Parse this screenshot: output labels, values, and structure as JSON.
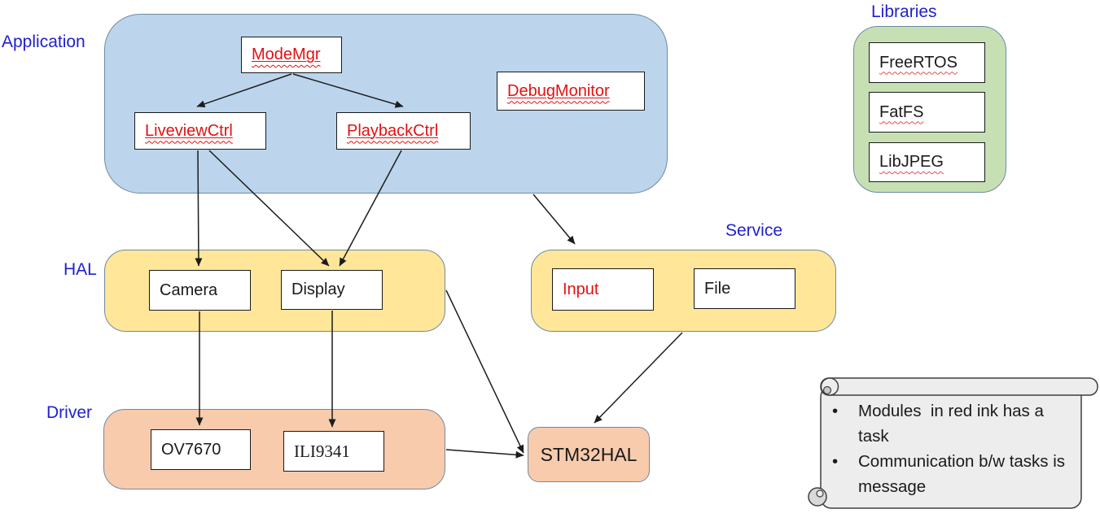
{
  "colors": {
    "layer_label_blue": "#2121cd",
    "task_module_red": "#e31111",
    "application_fill": "#bcd5ec",
    "hal_service_fill": "#ffe699",
    "driver_stm32_fill": "#f8cbad",
    "libraries_fill": "#c6e0b4",
    "container_border": "#6e8ba1",
    "note_fill": "#ededed",
    "arrow_color": "#1c1c1c"
  },
  "layers": {
    "application": {
      "label": "Application",
      "modules": {
        "modemgr": "ModeMgr",
        "debugmonitor": "DebugMonitor",
        "liveviewctrl": "LiveviewCtrl",
        "playbackctrl": "PlaybackCtrl"
      }
    },
    "hal": {
      "label": "HAL",
      "modules": {
        "camera": "Camera",
        "display": "Display"
      }
    },
    "service": {
      "label": "Service",
      "modules": {
        "input": "Input",
        "file": "File"
      }
    },
    "driver": {
      "label": "Driver",
      "modules": {
        "ov7670": "OV7670",
        "ili9341": "ILI9341"
      }
    },
    "libraries": {
      "label": "Libraries",
      "modules": {
        "freertos": "FreeRTOS",
        "fatfs": "FatFS",
        "libjpeg": "LibJPEG"
      }
    }
  },
  "stm32hal": {
    "label": "STM32HAL"
  },
  "note": {
    "bullets": [
      "Modules  in red ink has a task",
      "Communication b/w tasks is message"
    ]
  },
  "edges": [
    {
      "from": "modemgr",
      "to": "liveviewctrl",
      "line": [
        358,
        91,
        242,
        131
      ]
    },
    {
      "from": "modemgr",
      "to": "playbackctrl",
      "line": [
        360,
        91,
        495,
        131
      ]
    },
    {
      "from": "liveviewctrl",
      "to": "camera",
      "line": [
        243,
        185,
        244,
        327
      ]
    },
    {
      "from": "liveviewctrl",
      "to": "display",
      "line": [
        257,
        185,
        404,
        327
      ]
    },
    {
      "from": "playbackctrl",
      "to": "display",
      "line": [
        493,
        185,
        417,
        327
      ]
    },
    {
      "from": "application",
      "to": "service",
      "line": [
        655,
        239,
        706,
        300
      ]
    },
    {
      "from": "camera",
      "to": "ov7670",
      "line": [
        245,
        383,
        245,
        523
      ]
    },
    {
      "from": "display",
      "to": "ili9341",
      "line": [
        408,
        382,
        408,
        525
      ]
    },
    {
      "from": "hal",
      "to": "stm32hal",
      "line": [
        548,
        357,
        643,
        557
      ]
    },
    {
      "from": "service",
      "to": "stm32hal",
      "line": [
        838,
        409,
        730,
        520
      ]
    },
    {
      "from": "driver",
      "to": "stm32hal",
      "line": [
        548,
        553,
        643,
        560
      ]
    }
  ]
}
